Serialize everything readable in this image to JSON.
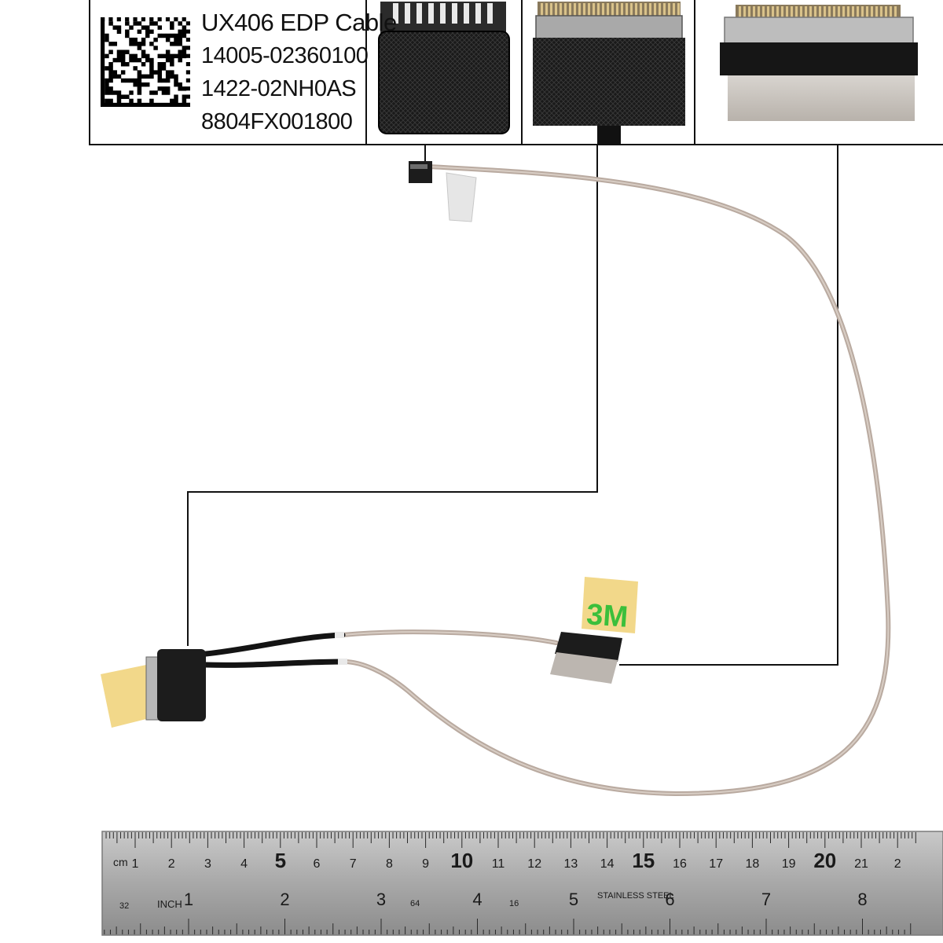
{
  "label": {
    "lines": [
      "UX406 EDP Cable",
      "14005-02360100",
      "1422-02NH0AS",
      "8804FX001800"
    ]
  },
  "sticker_text": "3M",
  "ruler": {
    "cm_unit": "cm",
    "cm_numbers": [
      "1",
      "2",
      "3",
      "4",
      "5",
      "6",
      "7",
      "8",
      "9",
      "10",
      "11",
      "12",
      "13",
      "14",
      "15",
      "16",
      "17",
      "18",
      "19",
      "20",
      "21",
      "2"
    ],
    "inch_unit": "INCH",
    "inch_numbers": [
      "1",
      "2",
      "3",
      "4",
      "5",
      "6",
      "7",
      "8"
    ],
    "brand": "STAINLESS STEEL",
    "minor_labels": [
      "32",
      "64",
      "16"
    ]
  },
  "colors": {
    "cable": "#b9aaa0",
    "connector": "#1c1c1c",
    "sticker": "#f2d88a",
    "sticker_text": "#3bbf3b",
    "ruler": "#9a9a9a"
  }
}
